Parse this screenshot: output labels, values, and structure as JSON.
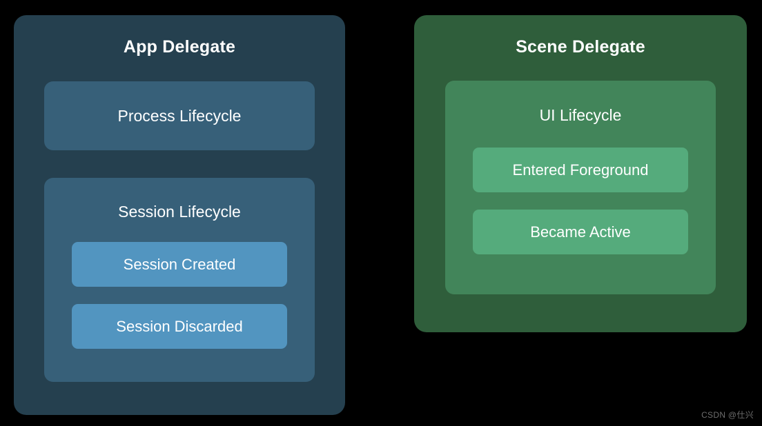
{
  "diagram": {
    "background_color": "#000000",
    "panels": [
      {
        "id": "app-delegate",
        "title": "App Delegate",
        "color": "#25404f",
        "groups": [
          {
            "id": "process-lifecycle",
            "title": "Process Lifecycle",
            "color": "#376079",
            "items": []
          },
          {
            "id": "session-lifecycle",
            "title": "Session Lifecycle",
            "color": "#376079",
            "items": [
              {
                "id": "session-created",
                "label": "Session Created",
                "color": "#5295c0"
              },
              {
                "id": "session-discarded",
                "label": "Session Discarded",
                "color": "#5295c0"
              }
            ]
          }
        ]
      },
      {
        "id": "scene-delegate",
        "title": "Scene Delegate",
        "color": "#2f5e3b",
        "groups": [
          {
            "id": "ui-lifecycle",
            "title": "UI Lifecycle",
            "color": "#42855a",
            "items": [
              {
                "id": "entered-foreground",
                "label": "Entered Foreground",
                "color": "#55ab7c"
              },
              {
                "id": "became-active",
                "label": "Became Active",
                "color": "#55ab7c"
              }
            ]
          }
        ]
      }
    ]
  },
  "watermark": {
    "text": "CSDN @仕兴",
    "color": "#6e6e6e"
  }
}
